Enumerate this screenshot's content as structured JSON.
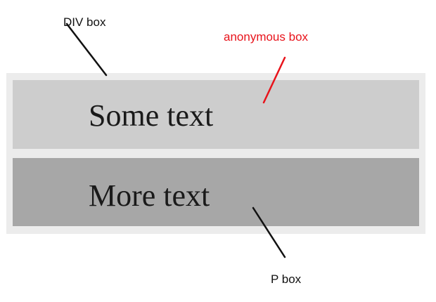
{
  "labels": {
    "div_box": "DIV box",
    "anonymous_box": "anonymous box",
    "p_box": "P box"
  },
  "boxes": {
    "anonymous_text": "Some text",
    "p_text": "More text"
  },
  "colors": {
    "outer_div": "#ececec",
    "anonymous_box": "#cdcdcd",
    "p_box": "#a7a7a7",
    "anonymous_label": "#e8131b",
    "label": "#111111"
  }
}
